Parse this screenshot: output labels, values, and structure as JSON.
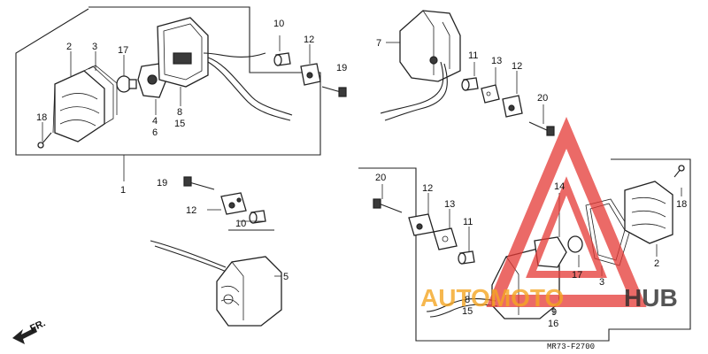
{
  "labels": {
    "l1": "1",
    "l2a": "2",
    "l3a": "3",
    "l17a": "17",
    "l18a": "18",
    "l4": "4",
    "l6": "6",
    "l8a": "8",
    "l15a": "15",
    "l10a": "10",
    "l12a": "12",
    "l19a": "19",
    "l7": "7",
    "l11a": "11",
    "l13a": "13",
    "l12b": "12",
    "l20a": "20",
    "l19b": "19",
    "l12c": "12",
    "l10b": "10",
    "l5": "5",
    "l20b": "20",
    "l12d": "12",
    "l13b": "13",
    "l11b": "11",
    "l14": "14",
    "l18b": "18",
    "l2b": "2",
    "l17b": "17",
    "l3b": "3",
    "l8b": "8",
    "l15b": "15",
    "l9": "9",
    "l16": "16"
  },
  "diagram_code": "MR73-F2700",
  "front_label": "FR.",
  "watermark": {
    "text_orange": "AUTOMOTO",
    "text_dark": "HUB",
    "color_orange": "#f5a623",
    "color_dark": "#2b2b2b",
    "color_logo": "#e53935"
  }
}
